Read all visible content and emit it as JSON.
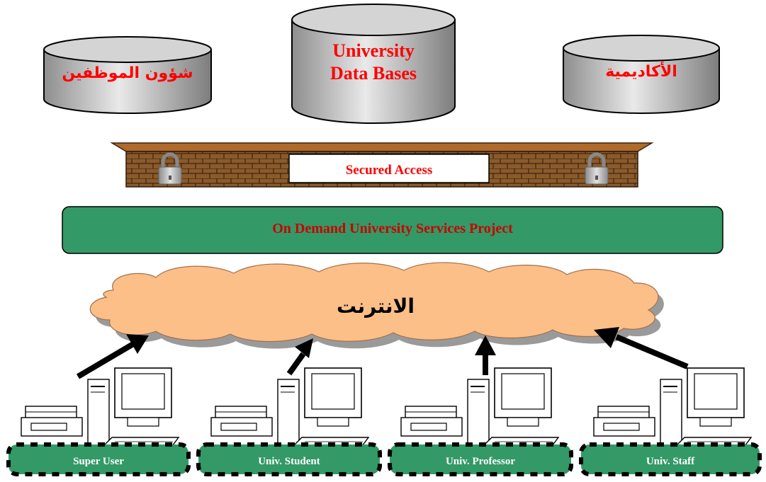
{
  "databases": {
    "left": "شؤون الموظفين",
    "center_line1": "University",
    "center_line2": "Data Bases",
    "right": "الأكاديمية"
  },
  "gateway": {
    "label": "Secured Access"
  },
  "project": {
    "label": "On Demand University Services Project"
  },
  "internet": {
    "label": "الانترنت"
  },
  "users": [
    {
      "label": "Super User"
    },
    {
      "label": "Univ. Student"
    },
    {
      "label": "Univ. Professor"
    },
    {
      "label": "Univ. Staff"
    }
  ],
  "colors": {
    "db_label": "#ff0000",
    "project_fill": "#339966",
    "project_text": "#cc0000",
    "cloud_fill": "#fbbf87",
    "wall_fill": "#8b5a2b",
    "user_box_fill": "#339966"
  }
}
